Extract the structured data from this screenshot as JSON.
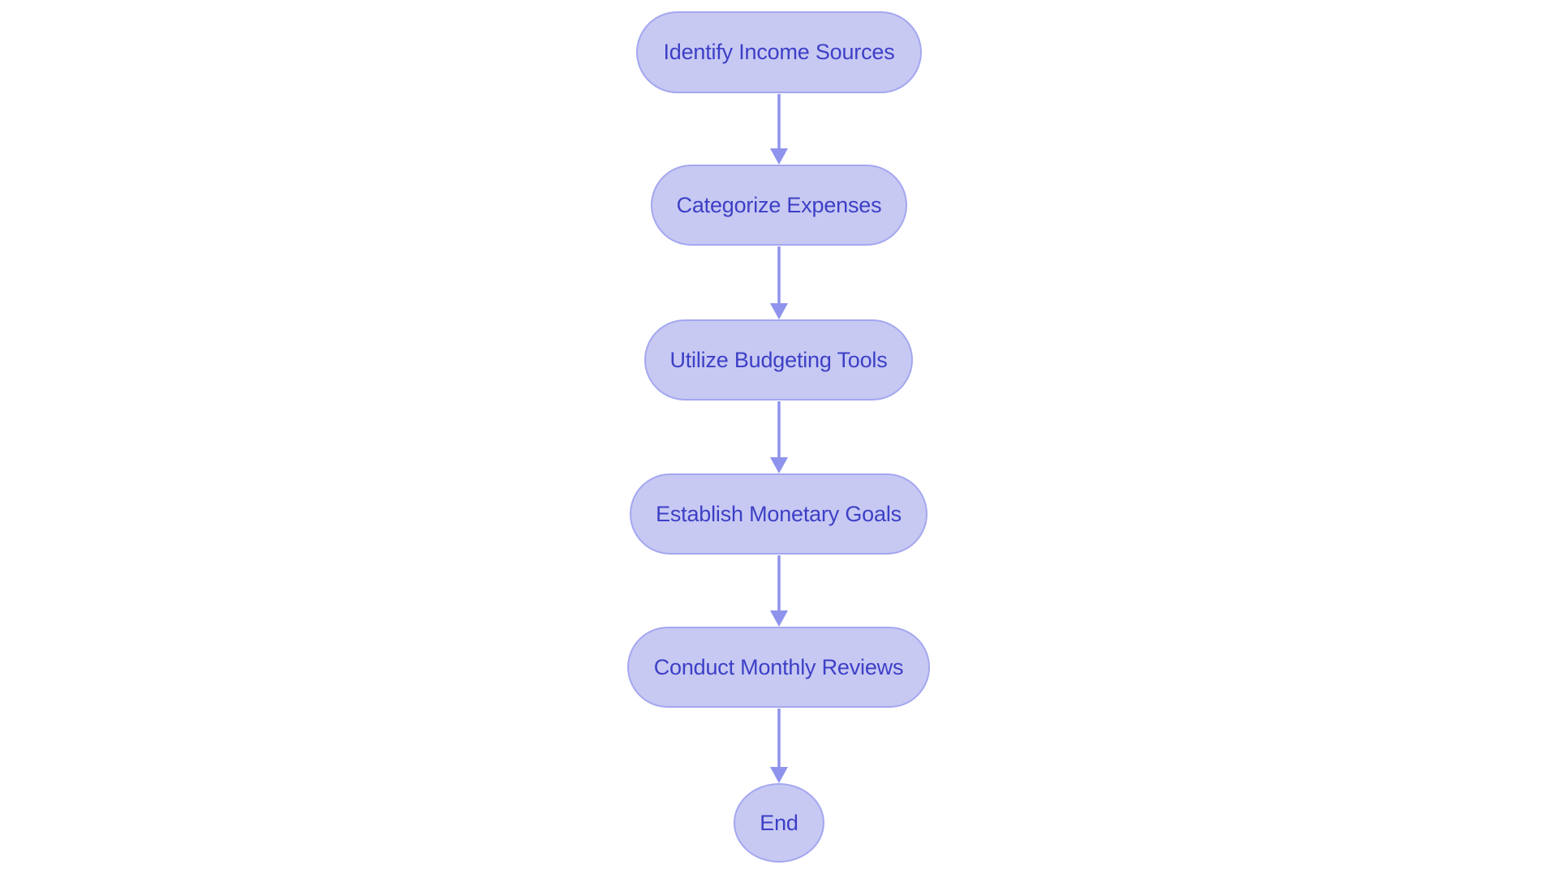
{
  "diagram": {
    "type": "flowchart",
    "direction": "top-down",
    "background": "#ffffff",
    "nodes": [
      {
        "id": "identify-income-sources",
        "label": "Identify Income Sources",
        "shape": "pill"
      },
      {
        "id": "categorize-expenses",
        "label": "Categorize Expenses",
        "shape": "pill"
      },
      {
        "id": "utilize-budgeting-tools",
        "label": "Utilize Budgeting Tools",
        "shape": "pill"
      },
      {
        "id": "establish-monetary-goals",
        "label": "Establish Monetary Goals",
        "shape": "pill"
      },
      {
        "id": "conduct-monthly-reviews",
        "label": "Conduct Monthly Reviews",
        "shape": "pill"
      },
      {
        "id": "end",
        "label": "End",
        "shape": "circle"
      }
    ],
    "edges": [
      {
        "from": "identify-income-sources",
        "to": "categorize-expenses",
        "style": "arrow"
      },
      {
        "from": "categorize-expenses",
        "to": "utilize-budgeting-tools",
        "style": "arrow"
      },
      {
        "from": "utilize-budgeting-tools",
        "to": "establish-monetary-goals",
        "style": "arrow"
      },
      {
        "from": "establish-monetary-goals",
        "to": "conduct-monthly-reviews",
        "style": "arrow"
      },
      {
        "from": "conduct-monthly-reviews",
        "to": "end",
        "style": "arrow"
      }
    ],
    "colors": {
      "node_fill": "#c7c9f3",
      "node_border": "#a4a7ef",
      "node_text": "#3d3fc6",
      "arrow": "#8f93ec",
      "background": "#ffffff"
    }
  }
}
